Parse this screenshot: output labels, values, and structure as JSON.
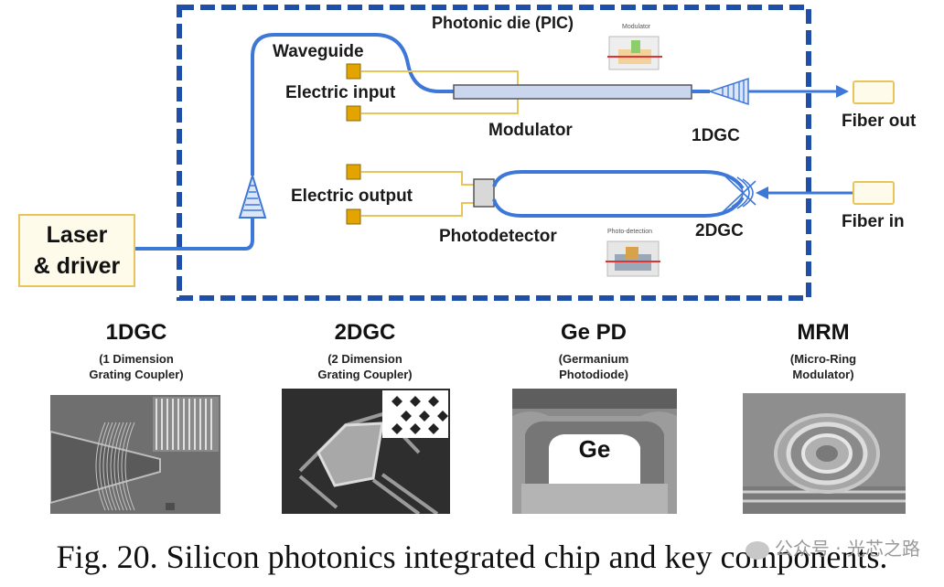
{
  "diagram": {
    "pic_title": "Photonic die (PIC)",
    "laser_line1": "Laser",
    "laser_line2": "& driver",
    "waveguide": "Waveguide",
    "electric_input": "Electric input",
    "modulator": "Modulator",
    "gc1": "1DGC",
    "fiber_out": "Fiber out",
    "electric_output": "Electric output",
    "photodetector": "Photodetector",
    "gc2": "2DGC",
    "fiber_in": "Fiber in",
    "inset_modulator": "Modulator",
    "inset_photodetection": "Photo-detection",
    "colors": {
      "border": "#1f4fa8",
      "waveguide": "#3d78d8",
      "pad": "#e3a400",
      "wire": "#e8c45a"
    }
  },
  "components": [
    {
      "title": "1DGC",
      "sub1": "(1 Dimension",
      "sub2": "Grating Coupler)"
    },
    {
      "title": "2DGC",
      "sub1": "(2 Dimension",
      "sub2": "Grating Coupler)"
    },
    {
      "title": "Ge PD",
      "sub1": "(Germanium",
      "sub2": "Photodiode)",
      "image_label": "Ge"
    },
    {
      "title": "MRM",
      "sub1": "(Micro-Ring",
      "sub2": "Modulator)"
    }
  ],
  "caption": "Fig. 20. Silicon photonics integrated chip and key components.",
  "watermark": "公众号 · 光芯之路"
}
